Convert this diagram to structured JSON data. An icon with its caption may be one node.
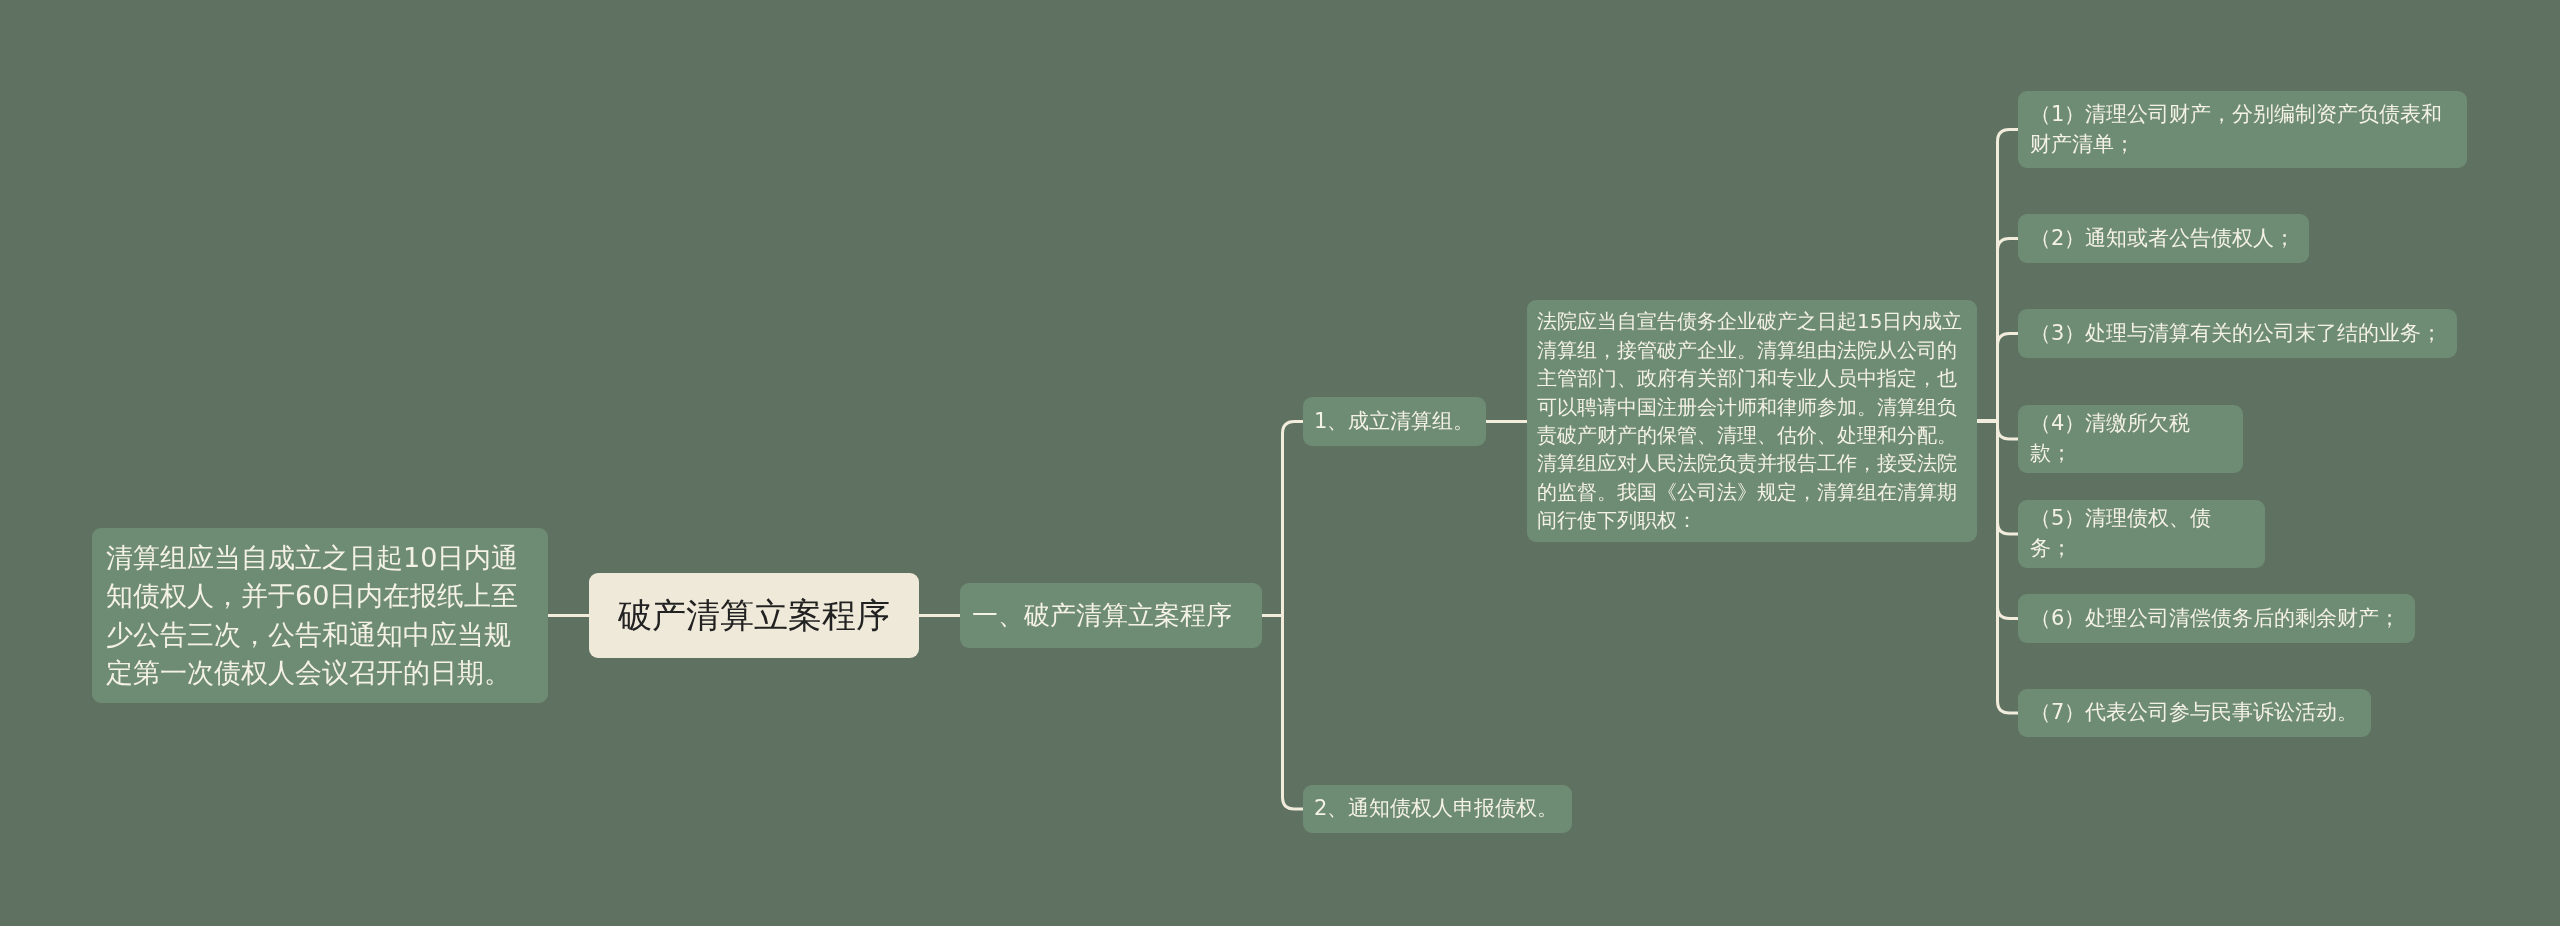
{
  "diagram": {
    "nodes": [
      {
        "text": [
          "清算组应当自成立之日起10日内通知债权人，并于60日内在报纸上至少公告三次，公告和通知中应当规定第一次债权人会议召开的日期。"
        ]
      },
      {
        "text": [
          "破产清算立案程序"
        ]
      },
      {
        "text": [
          "一、破产清算立案程序"
        ]
      },
      {
        "text": [
          "1、成立清算组。"
        ]
      },
      {
        "text": [
          "2、通知债权人申报债权。"
        ]
      },
      {
        "text": [
          "法院应当自宣告债务企业破产之日起15日内成立清算组，接管破产企业。清算组由法院从公司的主管部门、政府有关部门和专业人员中指定，也可以聘请中国注册会计师和律师参加。清算组负责破产财产的保管、清理、估价、处理和分配。清算组应对人民法院负责并报告工作，接受法院的监督。我国《公司法》规定，清算组在清算期间行使下列职权："
        ]
      },
      {
        "text": [
          "（1）清理公司财产，分别编制资产负债表和财产清单；"
        ]
      },
      {
        "text": [
          "（2）通知或者公告债权人；"
        ]
      },
      {
        "text": [
          "（3）处理与清算有关的公司末了结的业务；"
        ]
      },
      {
        "text": [
          "（4）清缴所欠税款；"
        ]
      },
      {
        "text": [
          "（5）清理债权、债务；"
        ]
      },
      {
        "text": [
          "（6）处理公司清偿债务后的剩余财产；"
        ]
      },
      {
        "text": [
          "（7）代表公司参与民事诉讼活动。"
        ]
      }
    ],
    "edges": [
      {
        "from": 1,
        "to": 0,
        "arrow": "none"
      },
      {
        "from": 1,
        "to": 2,
        "arrow": "none"
      },
      {
        "from": 2,
        "to": 3,
        "arrow": "none"
      },
      {
        "from": 2,
        "to": 4,
        "arrow": "none"
      },
      {
        "from": 3,
        "to": 5,
        "arrow": "none"
      },
      {
        "from": 5,
        "to": 6,
        "arrow": "none"
      },
      {
        "from": 5,
        "to": 7,
        "arrow": "none"
      },
      {
        "from": 5,
        "to": 8,
        "arrow": "none"
      },
      {
        "from": 5,
        "to": 9,
        "arrow": "none"
      },
      {
        "from": 5,
        "to": 10,
        "arrow": "none"
      },
      {
        "from": 5,
        "to": 11,
        "arrow": "none"
      },
      {
        "from": 5,
        "to": 12,
        "arrow": "none"
      }
    ]
  }
}
